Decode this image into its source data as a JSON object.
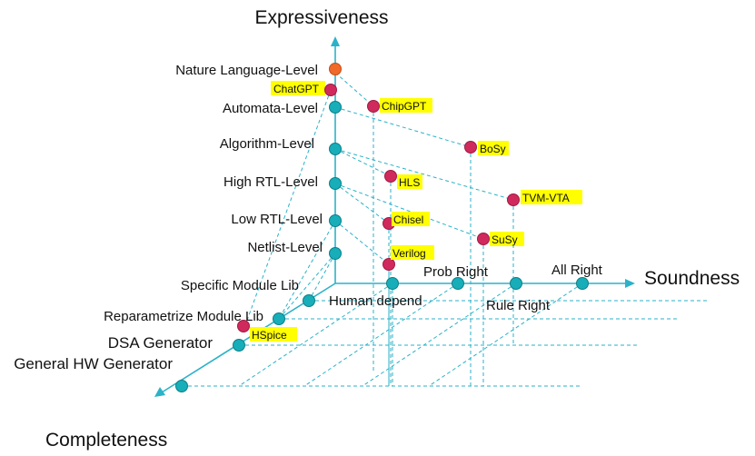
{
  "axes": {
    "expressiveness": "Expressiveness",
    "soundness": "Soundness",
    "completeness": "Completeness"
  },
  "levels": {
    "nature_language": "Nature Language-Level",
    "automata": "Automata-Level",
    "algorithm": "Algorithm-Level",
    "high_rtl": "High RTL-Level",
    "low_rtl": "Low RTL-Level",
    "netlist": "Netlist-Level"
  },
  "soundness_levels": {
    "human_depend": "Human depend",
    "prob_right": "Prob Right",
    "rule_right": "Rule Right",
    "all_right": "All Right"
  },
  "completeness_levels": {
    "specific_module_lib": "Specific Module Lib",
    "reparametrize_module_lib": "Reparametrize Module Lib",
    "dsa_generator": "DSA Generator",
    "general_hw_generator": "General HW Generator"
  },
  "tools": {
    "chatgpt": "ChatGPT",
    "chipgpt": "ChipGPT",
    "bosy": "BoSy",
    "hls": "HLS",
    "tvm_vta": "TVM-VTA",
    "chisel": "Chisel",
    "susy": "SuSy",
    "verilog": "Verilog",
    "hspice": "HSpice"
  },
  "colors": {
    "axis": "#2bb2c8",
    "node": "#17aeb9",
    "tool_point": "#d02a5c",
    "top_point": "#f06a2a",
    "highlight": "#ffff00"
  }
}
